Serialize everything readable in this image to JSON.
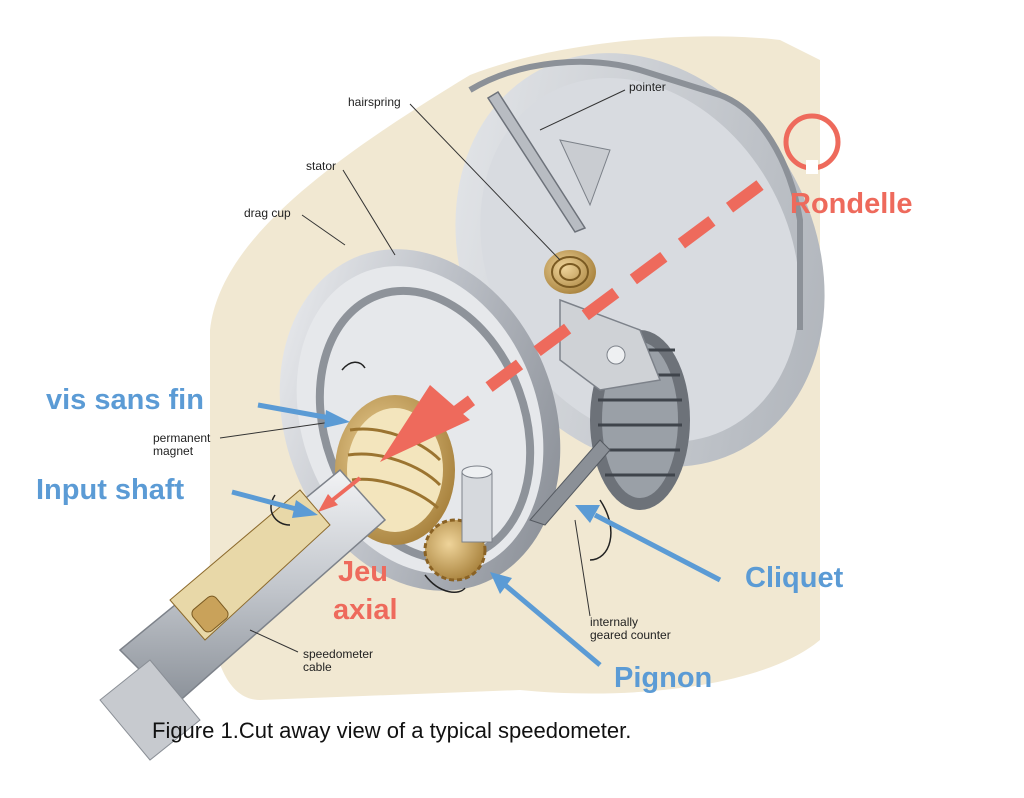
{
  "colors": {
    "annotation_blue": "#5b9bd5",
    "annotation_red": "#ee6a5c",
    "housing": "#f1e8d2",
    "metal": "#c9ccd1",
    "brass": "#c9a25a"
  },
  "part_labels": {
    "pointer": "pointer",
    "hairspring": "hairspring",
    "stator": "stator",
    "drag_cup": "drag cup",
    "permanent_magnet": "permanent\nmagnet",
    "internally_geared_counter": "internally\ngeared counter",
    "speedometer_cable": "speedometer\ncable"
  },
  "annotations": {
    "rondelle": "Rondelle",
    "vis_sans_fin": "vis sans fin",
    "input_shaft": "Input shaft",
    "jeu": "Jeu",
    "axial": "axial",
    "cliquet": "Cliquet",
    "pignon": "Pignon"
  },
  "caption": "Figure 1.Cut away view of a typical speedometer."
}
